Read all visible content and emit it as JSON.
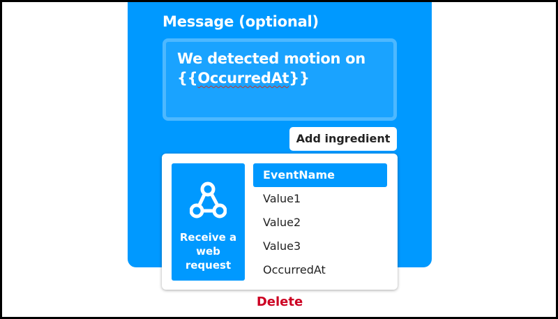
{
  "message_field": {
    "label": "Message (optional)",
    "value_line1": "We detected motion on",
    "value_prefix": "{{",
    "value_ingredient": "OccurredAt",
    "value_suffix": "}}"
  },
  "add_ingredient_label": "Add ingredient",
  "ingredient_picker": {
    "service_name": "Receive a web request",
    "service_icon": "webhooks-icon",
    "items": [
      {
        "label": "EventName",
        "selected": true
      },
      {
        "label": "Value1",
        "selected": false
      },
      {
        "label": "Value2",
        "selected": false
      },
      {
        "label": "Value3",
        "selected": false
      },
      {
        "label": "OccurredAt",
        "selected": false
      }
    ]
  },
  "delete_label": "Delete",
  "colors": {
    "accent": "#0099ff",
    "delete": "#cc0022"
  }
}
